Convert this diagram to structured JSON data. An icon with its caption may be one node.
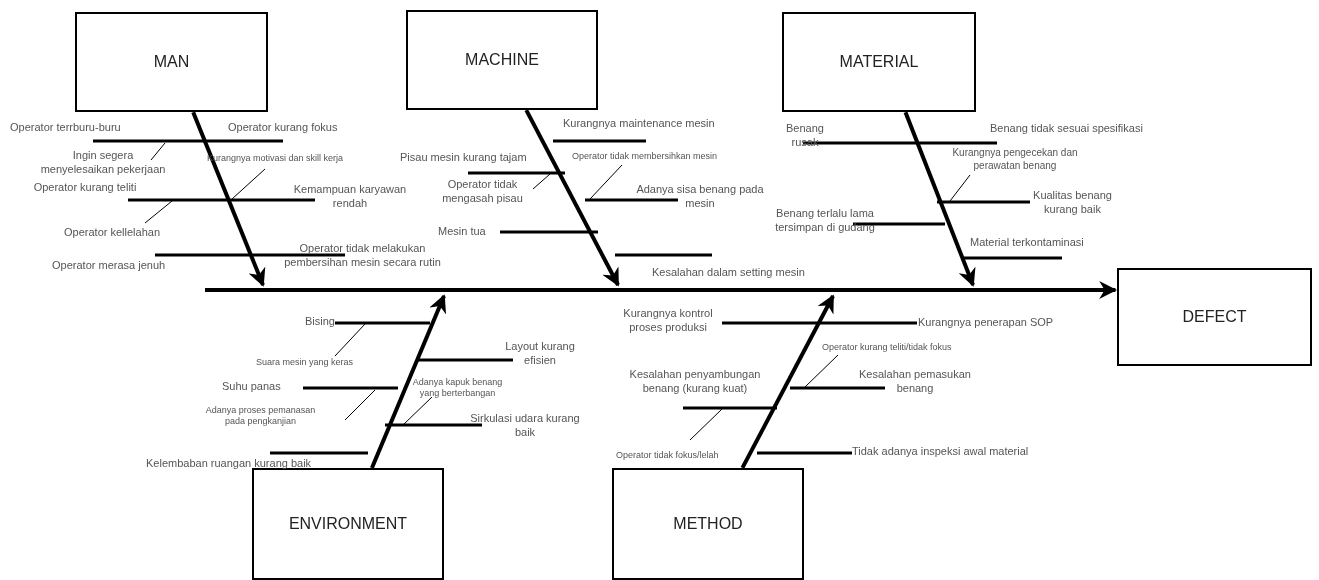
{
  "diagram": {
    "nodes": [
      {
        "text": [
          "MAN"
        ]
      },
      {
        "text": [
          "MACHINE"
        ]
      },
      {
        "text": [
          "MATERIAL"
        ]
      },
      {
        "text": [
          "DEFECT"
        ]
      },
      {
        "text": [
          "ENVIRONMENT"
        ]
      },
      {
        "text": [
          "METHOD"
        ]
      }
    ],
    "edges": [
      {
        "from": null,
        "to": 3,
        "arrow": "to"
      },
      {
        "from": 0,
        "to": null,
        "arrow": "to"
      },
      {
        "from": 1,
        "to": null,
        "arrow": "to"
      },
      {
        "from": 2,
        "to": null,
        "arrow": "to"
      },
      {
        "from": 4,
        "to": null,
        "arrow": "to"
      },
      {
        "from": 5,
        "to": null,
        "arrow": "to"
      }
    ],
    "labels": [
      "Operator terrburu-buru",
      "Operator kurang fokus",
      "Ingin segera menyelesaikan pekerjaan",
      "Kurangnya motivasi dan skill kerja",
      "Operator kurang teliti",
      "Kemampuan karyawan rendah",
      "Operator kellelahan",
      "Operator merasa jenuh",
      "Operator tidak melakukan pembersihan mesin secara rutin",
      "Kurangnya maintenance mesin",
      "Pisau mesin kurang tajam",
      "Operator tidak membersihkan mesin",
      "Operator tidak mengasah pisau",
      "Adanya sisa benang pada mesin",
      "Mesin tua",
      "Kesalahan dalam setting mesin",
      "Benang rusak",
      "Benang tidak sesuai spesifikasi",
      "Kurangnya pengecekan dan perawatan benang",
      "Kualitas benang kurang baik",
      "Benang terlalu lama tersimpan di gudang",
      "Material terkontaminasi",
      "Bising",
      "Layout kurang efisien",
      "Suara mesin yang keras",
      "Adanya kapuk  benang yang berterbangan",
      "Suhu panas",
      "Adanya proses pemanasan pada pengkanjian",
      "Sirkulasi udara kurang baik",
      "Kelembaban ruangan kurang baik",
      "Kurangnya kontrol proses produksi",
      "Kurangnya penerapan SOP",
      "Operator kurang teliti/tidak fokus",
      "Kesalahan penyambungan benang (kurang kuat)",
      "Kesalahan pemasukan benang",
      "Operator tidak fokus/lelah",
      "Tidak adanya inspeksi awal material"
    ]
  }
}
